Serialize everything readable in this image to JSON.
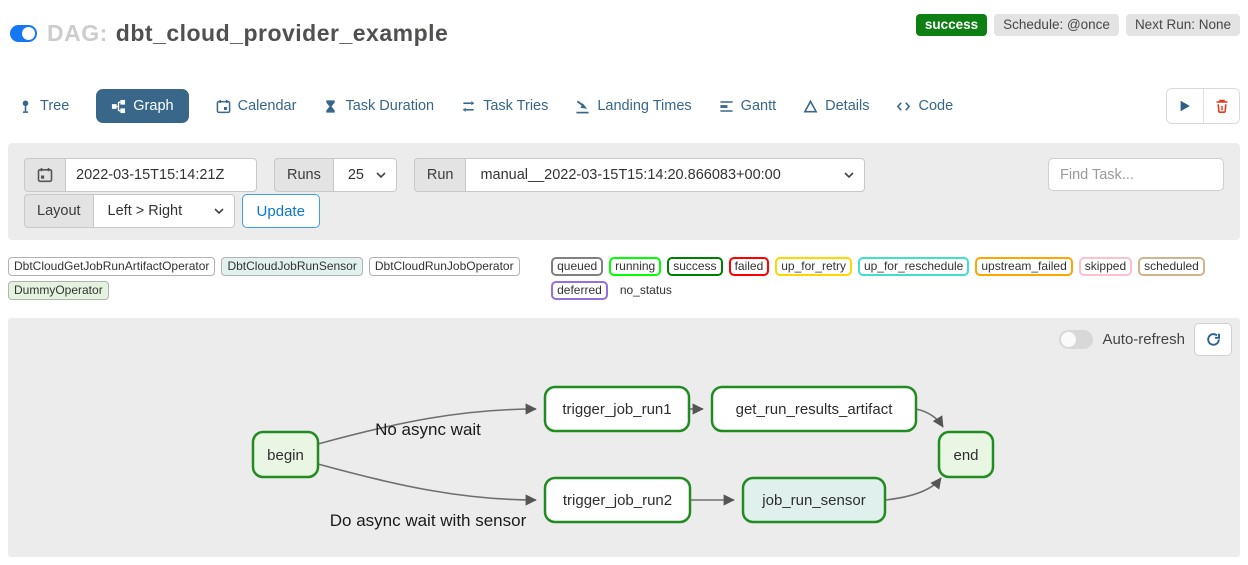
{
  "header": {
    "toggle_on": true,
    "dag_label": "DAG:",
    "dag_name": "dbt_cloud_provider_example",
    "status": "success",
    "schedule": "Schedule: @once",
    "next_run": "Next Run: None"
  },
  "tabs": [
    {
      "label": "Tree",
      "active": false
    },
    {
      "label": "Graph",
      "active": true
    },
    {
      "label": "Calendar",
      "active": false
    },
    {
      "label": "Task Duration",
      "active": false
    },
    {
      "label": "Task Tries",
      "active": false
    },
    {
      "label": "Landing Times",
      "active": false
    },
    {
      "label": "Gantt",
      "active": false
    },
    {
      "label": "Details",
      "active": false
    },
    {
      "label": "Code",
      "active": false
    }
  ],
  "icons": {
    "tree": "tree-icon",
    "graph": "graph-icon",
    "calendar": "calendar-icon",
    "task_duration": "hourglass-icon",
    "task_tries": "repeat-icon",
    "landing_times": "plane-landing-icon",
    "gantt": "gantt-bars-icon",
    "details": "triangle-icon",
    "code": "code-brackets-icon",
    "trigger": "play-icon",
    "delete": "trash-icon",
    "refresh": "refresh-icon"
  },
  "filters": {
    "base_date": "2022-03-15T15:14:21Z",
    "runs_label": "Runs",
    "runs_value": "25",
    "run_label": "Run",
    "run_value": "manual__2022-03-15T15:14:20.866083+00:00",
    "find_task_placeholder": "Find Task...",
    "layout_label": "Layout",
    "layout_value": "Left > Right",
    "update_label": "Update"
  },
  "legend": {
    "operators": [
      {
        "label": "DbtCloudGetJobRunArtifactOperator",
        "bg": "#ffffff"
      },
      {
        "label": "DbtCloudJobRunSensor",
        "bg": "#e0f1ee"
      },
      {
        "label": "DbtCloudRunJobOperator",
        "bg": "#ffffff"
      },
      {
        "label": "DummyOperator",
        "bg": "#e5f2dd"
      }
    ],
    "states": [
      {
        "label": "queued",
        "border": "#808080"
      },
      {
        "label": "running",
        "border": "#00ff00"
      },
      {
        "label": "success",
        "border": "#008000"
      },
      {
        "label": "failed",
        "border": "#ff0000"
      },
      {
        "label": "up_for_retry",
        "border": "#ffd700"
      },
      {
        "label": "up_for_reschedule",
        "border": "#40e0d0"
      },
      {
        "label": "upstream_failed",
        "border": "#ffa500"
      },
      {
        "label": "skipped",
        "border": "#ffc0cb"
      },
      {
        "label": "scheduled",
        "border": "#d2b48c"
      },
      {
        "label": "deferred",
        "border": "#9370db"
      },
      {
        "label": "no_status",
        "border": "transparent"
      }
    ]
  },
  "graph": {
    "auto_refresh_label": "Auto-refresh",
    "auto_refresh_on": false,
    "node_border_color": "#228b22",
    "edge_color": "#6e6e6e",
    "nodes": [
      {
        "id": "begin",
        "label": "begin",
        "fill": "#e9f6e3"
      },
      {
        "id": "trigger_job_run1",
        "label": "trigger_job_run1",
        "fill": "#ffffff"
      },
      {
        "id": "get_run_results_artifact",
        "label": "get_run_results_artifact",
        "fill": "#ffffff"
      },
      {
        "id": "trigger_job_run2",
        "label": "trigger_job_run2",
        "fill": "#ffffff"
      },
      {
        "id": "job_run_sensor",
        "label": "job_run_sensor",
        "fill": "#e0f0ec"
      },
      {
        "id": "end",
        "label": "end",
        "fill": "#e9f6e3"
      }
    ],
    "edges": [
      {
        "from": "begin",
        "to": "trigger_job_run1",
        "label": "No async wait"
      },
      {
        "from": "begin",
        "to": "trigger_job_run2",
        "label": "Do async wait with sensor"
      },
      {
        "from": "trigger_job_run1",
        "to": "get_run_results_artifact",
        "label": ""
      },
      {
        "from": "trigger_job_run2",
        "to": "job_run_sensor",
        "label": ""
      },
      {
        "from": "get_run_results_artifact",
        "to": "end",
        "label": ""
      },
      {
        "from": "job_run_sensor",
        "to": "end",
        "label": ""
      }
    ]
  },
  "colors": {
    "accent_blue": "#1677f2",
    "tab_active_bg": "#38678a",
    "success_green": "#0e7f12",
    "panel_gray": "#ececec"
  }
}
